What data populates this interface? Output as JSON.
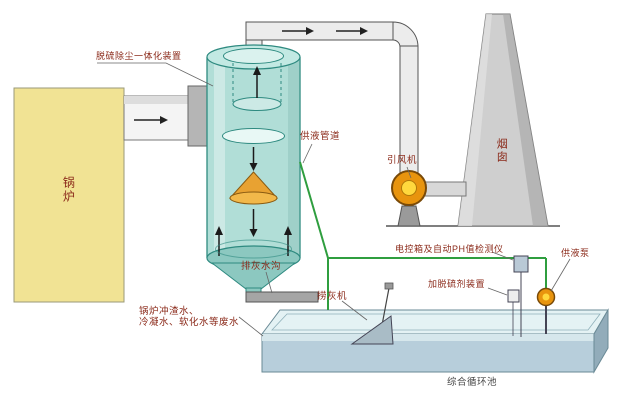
{
  "labels": {
    "boiler": "锅炉",
    "unit": "脱硫除尘一体化装置",
    "supply_pipe": "供液管道",
    "fan": "引风机",
    "chimney": "烟囱",
    "ash_drain": "排灰水沟",
    "ash_dredger": "捞灰机",
    "control_box": "电控箱及自动PH值检测仪",
    "dosing_device": "加脱硫剂装置",
    "supply_pump": "供液泵",
    "pool": "综合循环池",
    "wastewater_line1": "锅炉冲渣水、",
    "wastewater_line2": "冷凝水、软化水等废水"
  },
  "colors": {
    "boiler_fill": "#f1e394",
    "tower_fill": "#9ed6cd",
    "tower_stroke": "#2e8a80",
    "cone_fill": "#e8a232",
    "fan_outer": "#e8940e",
    "fan_inner": "#ffd83d",
    "pipe_fill": "#ececec",
    "chimney_fill": "#cfcfcf",
    "pool_top": "#e4f2f4",
    "pool_front": "#b7cedb",
    "supply_line": "#2f9e3f",
    "label_red": "#8b2a1a"
  }
}
